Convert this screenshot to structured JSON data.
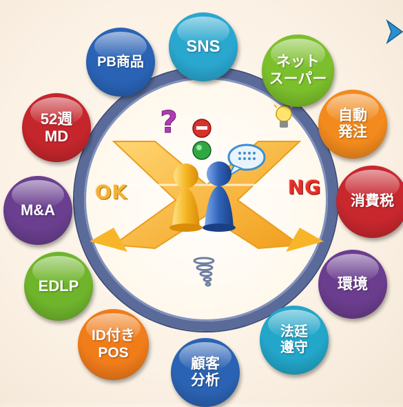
{
  "center": {
    "ok_label": "OK",
    "ng_label": "NG"
  },
  "items": [
    {
      "id": "sns",
      "label": "SNS",
      "color": "#2aa7cf"
    },
    {
      "id": "net-super",
      "label": "ネット\nスーパー",
      "color": "#7cbf2c"
    },
    {
      "id": "auto-order",
      "label": "自動\n発注",
      "color": "#f28a1d"
    },
    {
      "id": "consumption-tax",
      "label": "消費税",
      "color": "#c8272e"
    },
    {
      "id": "environment",
      "label": "環境",
      "color": "#6b3d8e"
    },
    {
      "id": "compliance",
      "label": "法廷\n遵守",
      "color": "#22a6c9"
    },
    {
      "id": "customer-analysis",
      "label": "顧客\n分析",
      "color": "#2b63b4"
    },
    {
      "id": "id-pos",
      "label": "ID付き\nPOS",
      "color": "#f07c1a"
    },
    {
      "id": "edlp",
      "label": "EDLP",
      "color": "#6fb52c"
    },
    {
      "id": "m-and-a",
      "label": "M&A",
      "color": "#6a3f8f"
    },
    {
      "id": "52-week-md",
      "label": "52週\nMD",
      "color": "#c5262c"
    },
    {
      "id": "pb-products",
      "label": "PB商品",
      "color": "#2a63b6"
    }
  ],
  "colors": {
    "ring": "#5a6b9a",
    "cross": "#f7b52a",
    "figure_yellow": "#f5b623",
    "figure_blue": "#2f63b8"
  }
}
